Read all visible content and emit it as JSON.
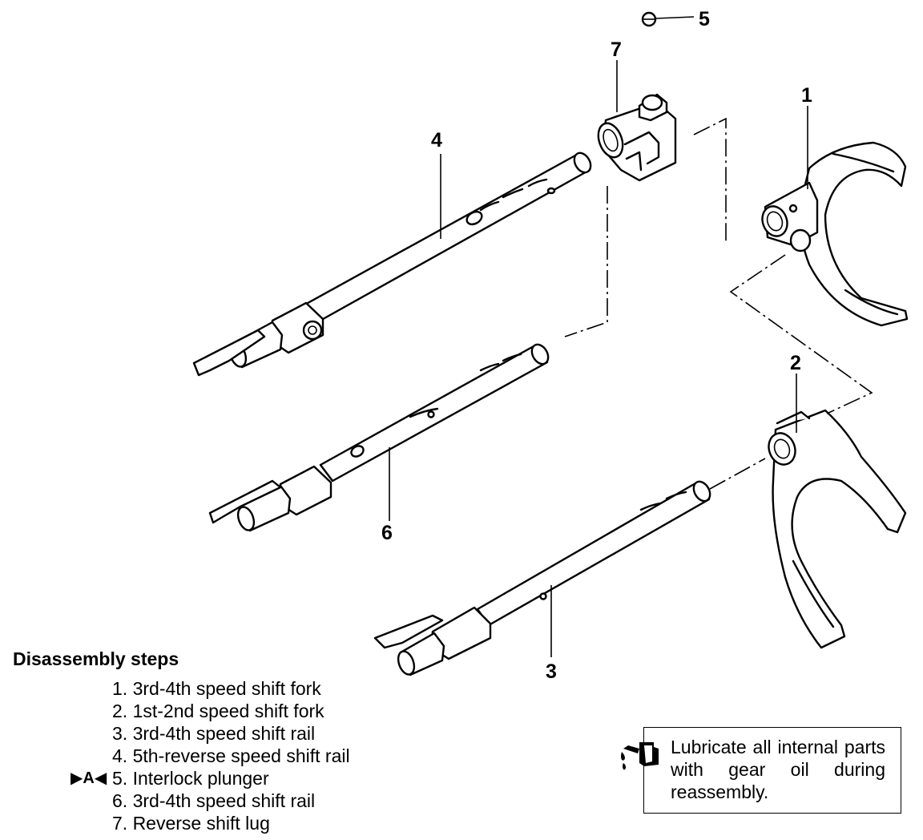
{
  "callouts": {
    "c1": "1",
    "c2": "2",
    "c3": "3",
    "c4": "4",
    "c5": "5",
    "c6": "6",
    "c7": "7"
  },
  "steps": {
    "title": "Disassembly steps",
    "items": [
      {
        "text": "1. 3rd-4th speed shift fork",
        "marker": ""
      },
      {
        "text": "2. 1st-2nd speed shift fork",
        "marker": ""
      },
      {
        "text": "3. 3rd-4th speed shift rail",
        "marker": ""
      },
      {
        "text": "4. 5th-reverse speed shift rail",
        "marker": ""
      },
      {
        "text": "5. Interlock plunger",
        "marker": "▶A◀"
      },
      {
        "text": "6. 3rd-4th speed shift rail",
        "marker": ""
      },
      {
        "text": "7. Reverse shift lug",
        "marker": ""
      }
    ]
  },
  "note": {
    "icon": "oil-can-icon",
    "text": "Lubricate all internal parts with gear oil during reassembly."
  }
}
